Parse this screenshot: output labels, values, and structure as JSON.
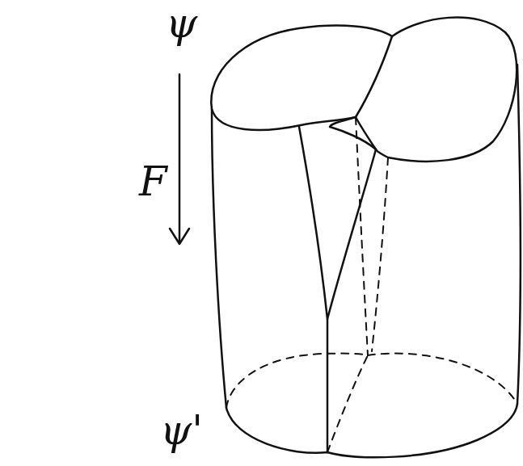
{
  "diagram": {
    "labels": [
      "ψ",
      "F",
      "ψ'"
    ]
  }
}
